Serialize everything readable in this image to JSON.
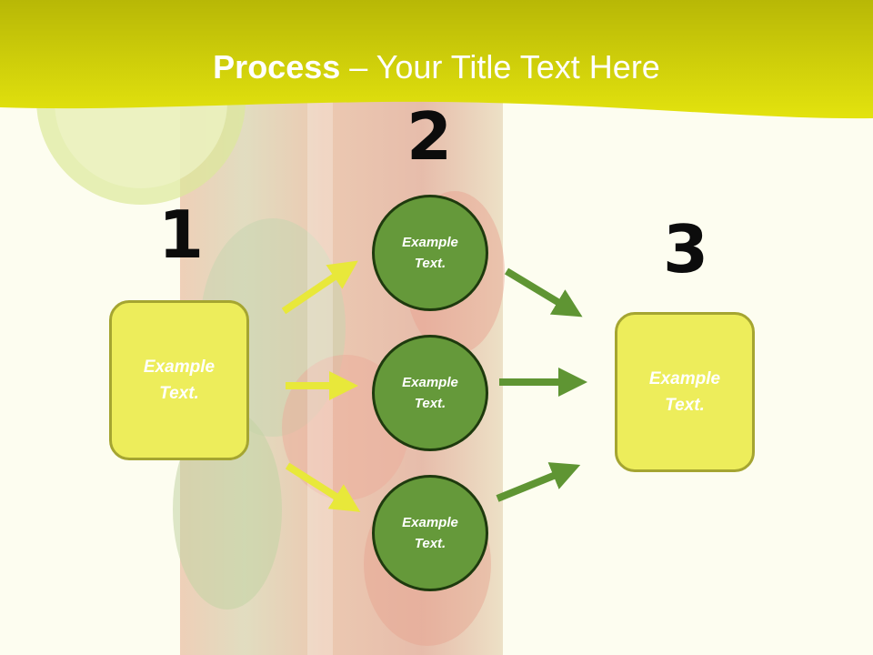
{
  "slide": {
    "title_bold": "Process",
    "title_rest": " – Your Title Text Here"
  },
  "steps": {
    "step1_number": "1",
    "step2_number": "2",
    "step3_number": "3"
  },
  "boxes": {
    "left_text": "Example\nText.",
    "right_text": "Example\nText."
  },
  "circles": [
    {
      "text": "Example\nText."
    },
    {
      "text": "Example\nText."
    },
    {
      "text": "Example\nText."
    }
  ],
  "colors": {
    "title_band": "#d9dc0a",
    "box_fill": "#eded5b",
    "box_border": "#a5a531",
    "circle_fill": "#65993a",
    "circle_border": "#1e3a0e",
    "arrow_yellow": "#e8e83a",
    "arrow_green": "#5f9533",
    "background": "#fdfdf0"
  }
}
